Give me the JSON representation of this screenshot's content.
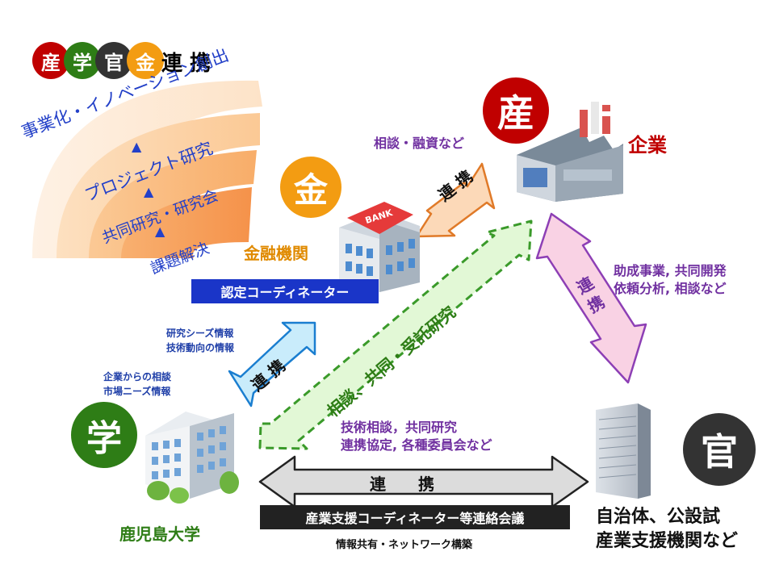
{
  "title": {
    "badges": [
      {
        "char": "産",
        "color": "#c00000"
      },
      {
        "char": "学",
        "color": "#2e7d16"
      },
      {
        "char": "官",
        "color": "#333333"
      },
      {
        "char": "金",
        "color": "#f39c12"
      }
    ],
    "suffix": "連 携"
  },
  "stages": [
    "事業化・イノベーション創出",
    "プロジェクト研究",
    "共同研究・研究会",
    "課題解決"
  ],
  "stage_arrows": [
    "▲",
    "▲",
    "▲"
  ],
  "nodes": {
    "industry": {
      "badge": "産",
      "label": "企業",
      "color": "#c00000"
    },
    "finance": {
      "badge": "金",
      "label": "金融機関",
      "bank_sign": "BANK",
      "color": "#f39c12",
      "label_color": "#e08a00"
    },
    "academia": {
      "badge": "学",
      "label": "鹿児島大学",
      "color": "#2e7d16"
    },
    "government": {
      "badge": "官",
      "label_line1": "自治体、公設試",
      "label_line2": "産業支援機関など",
      "color": "#333333"
    }
  },
  "coordinator_box": "認定コーディネーター",
  "meeting_box": "産業支援コーディネーター等連絡会議",
  "renkei": {
    "finance_industry": "連 携",
    "industry_gov": "連 携",
    "academia_finance": "連 携",
    "bottom": "連　　携"
  },
  "diagonal_label": "相談、共同・受託研究",
  "notes": {
    "finance_industry": "相談・融資など",
    "industry_gov_line1": "助成事業, 共同開発",
    "industry_gov_line2": "依頼分析, 相談など",
    "academia_to_left_line1": "研究シーズ情報",
    "academia_to_left_line2": "技術動向の情報",
    "from_company_line1": "企業からの相談",
    "from_company_line2": "市場ニーズ情報",
    "bottom_line1": "技術相談，共同研究",
    "bottom_line2": "連携協定, 各種委員会など",
    "info_share": "情報共有・ネットワーク構築"
  },
  "colors": {
    "purple": "#7030a0",
    "navy": "#1f3fa8",
    "blue_box": "#1a35c8"
  }
}
